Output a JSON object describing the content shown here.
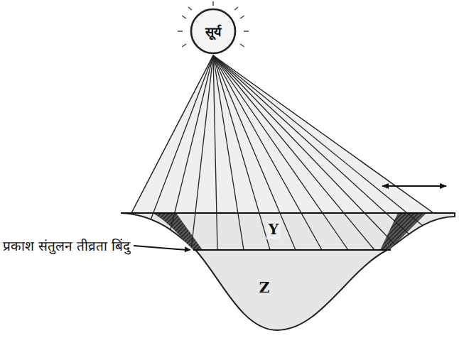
{
  "diagram": {
    "nodes": [
      {
        "text": [
          "सूर्य"
        ]
      }
    ],
    "labels": [
      "Y",
      "Z",
      "प्रकाश संतुलन तीव्रता बिंदु"
    ]
  }
}
